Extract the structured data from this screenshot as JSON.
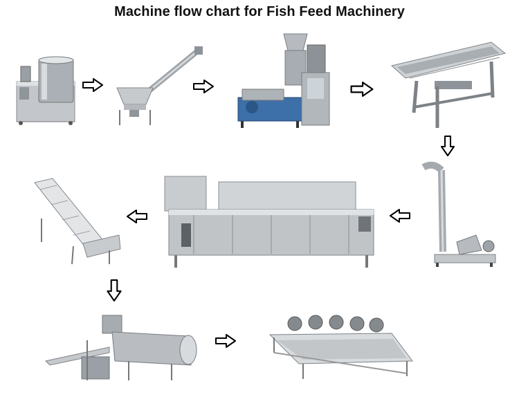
{
  "title": "Machine flow chart for Fish Feed Machinery",
  "colors": {
    "steel": "#b9bcc0",
    "steel_dark": "#7c8085",
    "steel_light": "#e4e6e8",
    "panel_green": "#9fb2a8",
    "extruder_blue": "#3d6fa8",
    "arrow_fill": "#ffffff",
    "arrow_stroke": "#000000"
  },
  "machines": [
    {
      "name": "mixer",
      "icon": "mixer-icon"
    },
    {
      "name": "screw-conveyor",
      "icon": "screw-conveyor-icon"
    },
    {
      "name": "twin-screw-extruder",
      "icon": "extruder-icon"
    },
    {
      "name": "vibrating-screen",
      "icon": "vibrating-screen-icon"
    },
    {
      "name": "hoist",
      "icon": "hoist-icon"
    },
    {
      "name": "dryer",
      "icon": "dryer-icon"
    },
    {
      "name": "elevator-conveyor",
      "icon": "elevator-conveyor-icon"
    },
    {
      "name": "coating-drum",
      "icon": "coating-drum-icon"
    },
    {
      "name": "cooling-conveyor",
      "icon": "cooling-conveyor-icon"
    }
  ],
  "arrows": [
    "right",
    "right",
    "right",
    "down",
    "left",
    "left",
    "down",
    "right"
  ]
}
